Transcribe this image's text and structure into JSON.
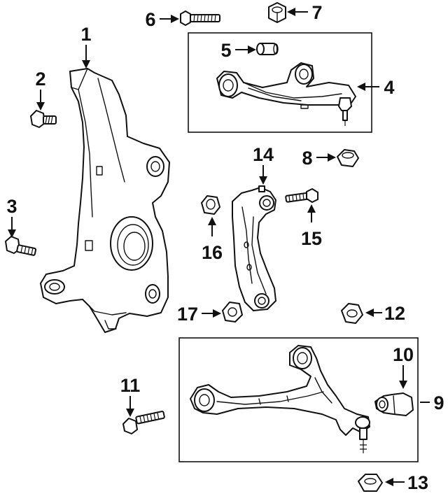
{
  "callouts": {
    "n1": "1",
    "n2": "2",
    "n3": "3",
    "n4": "4",
    "n5": "5",
    "n6": "6",
    "n7": "7",
    "n8": "8",
    "n9": "9",
    "n10": "10",
    "n11": "11",
    "n12": "12",
    "n13": "13",
    "n14": "14",
    "n15": "15",
    "n16": "16",
    "n17": "17"
  },
  "parts": [
    {
      "id": "steering-knuckle",
      "callout": "1"
    },
    {
      "id": "knuckle-bolt",
      "callout": "2"
    },
    {
      "id": "lower-mount-bolt",
      "callout": "3"
    },
    {
      "id": "upper-control-arm-assembly",
      "callout": "4"
    },
    {
      "id": "upper-arm-bushing",
      "callout": "5"
    },
    {
      "id": "upper-arm-bolt",
      "callout": "6"
    },
    {
      "id": "upper-arm-nut",
      "callout": "7"
    },
    {
      "id": "stabilizer-nut",
      "callout": "8"
    },
    {
      "id": "lower-control-arm-assembly",
      "callout": "9"
    },
    {
      "id": "lower-arm-bushing",
      "callout": "10"
    },
    {
      "id": "lower-arm-bolt",
      "callout": "11"
    },
    {
      "id": "lower-arm-nut",
      "callout": "12"
    },
    {
      "id": "ball-joint-nut",
      "callout": "13"
    },
    {
      "id": "link-bracket",
      "callout": "14"
    },
    {
      "id": "link-bolt",
      "callout": "15"
    },
    {
      "id": "link-upper-nut",
      "callout": "16"
    },
    {
      "id": "link-lower-nut",
      "callout": "17"
    }
  ]
}
